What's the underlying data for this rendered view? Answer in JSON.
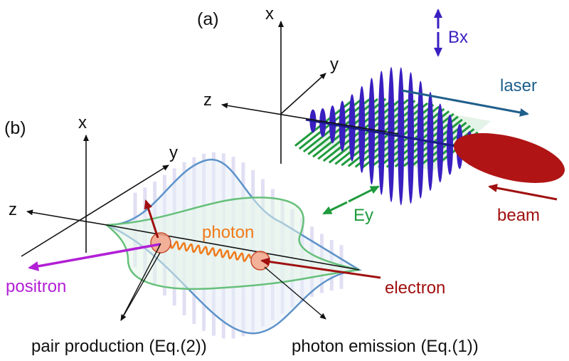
{
  "panel_a": {
    "tag": "(a)",
    "axis_x": "x",
    "axis_y": "y",
    "axis_z": "z",
    "bx_label": "Bx",
    "laser_label": "laser",
    "ey_label": "Ey",
    "beam_label": "beam"
  },
  "panel_b": {
    "tag": "(b)",
    "axis_x": "x",
    "axis_y": "y",
    "axis_z": "z",
    "photon_label": "photon",
    "positron_label": "positron",
    "electron_label": "electron",
    "pair_label": "pair production (Eq.(2))",
    "emission_label": "photon emission (Eq.(1))"
  },
  "colors": {
    "bx": "#3a1fc0",
    "laser": "#1f5f8b",
    "ey": "#1f9a3c",
    "beam": "#b01414",
    "photon": "#f07a1a",
    "positron": "#b21fd6",
    "electron": "#a01010",
    "envelope_blue": "#5e93c9",
    "envelope_green": "#66c07a",
    "particle_fill": "#f4a58a"
  }
}
